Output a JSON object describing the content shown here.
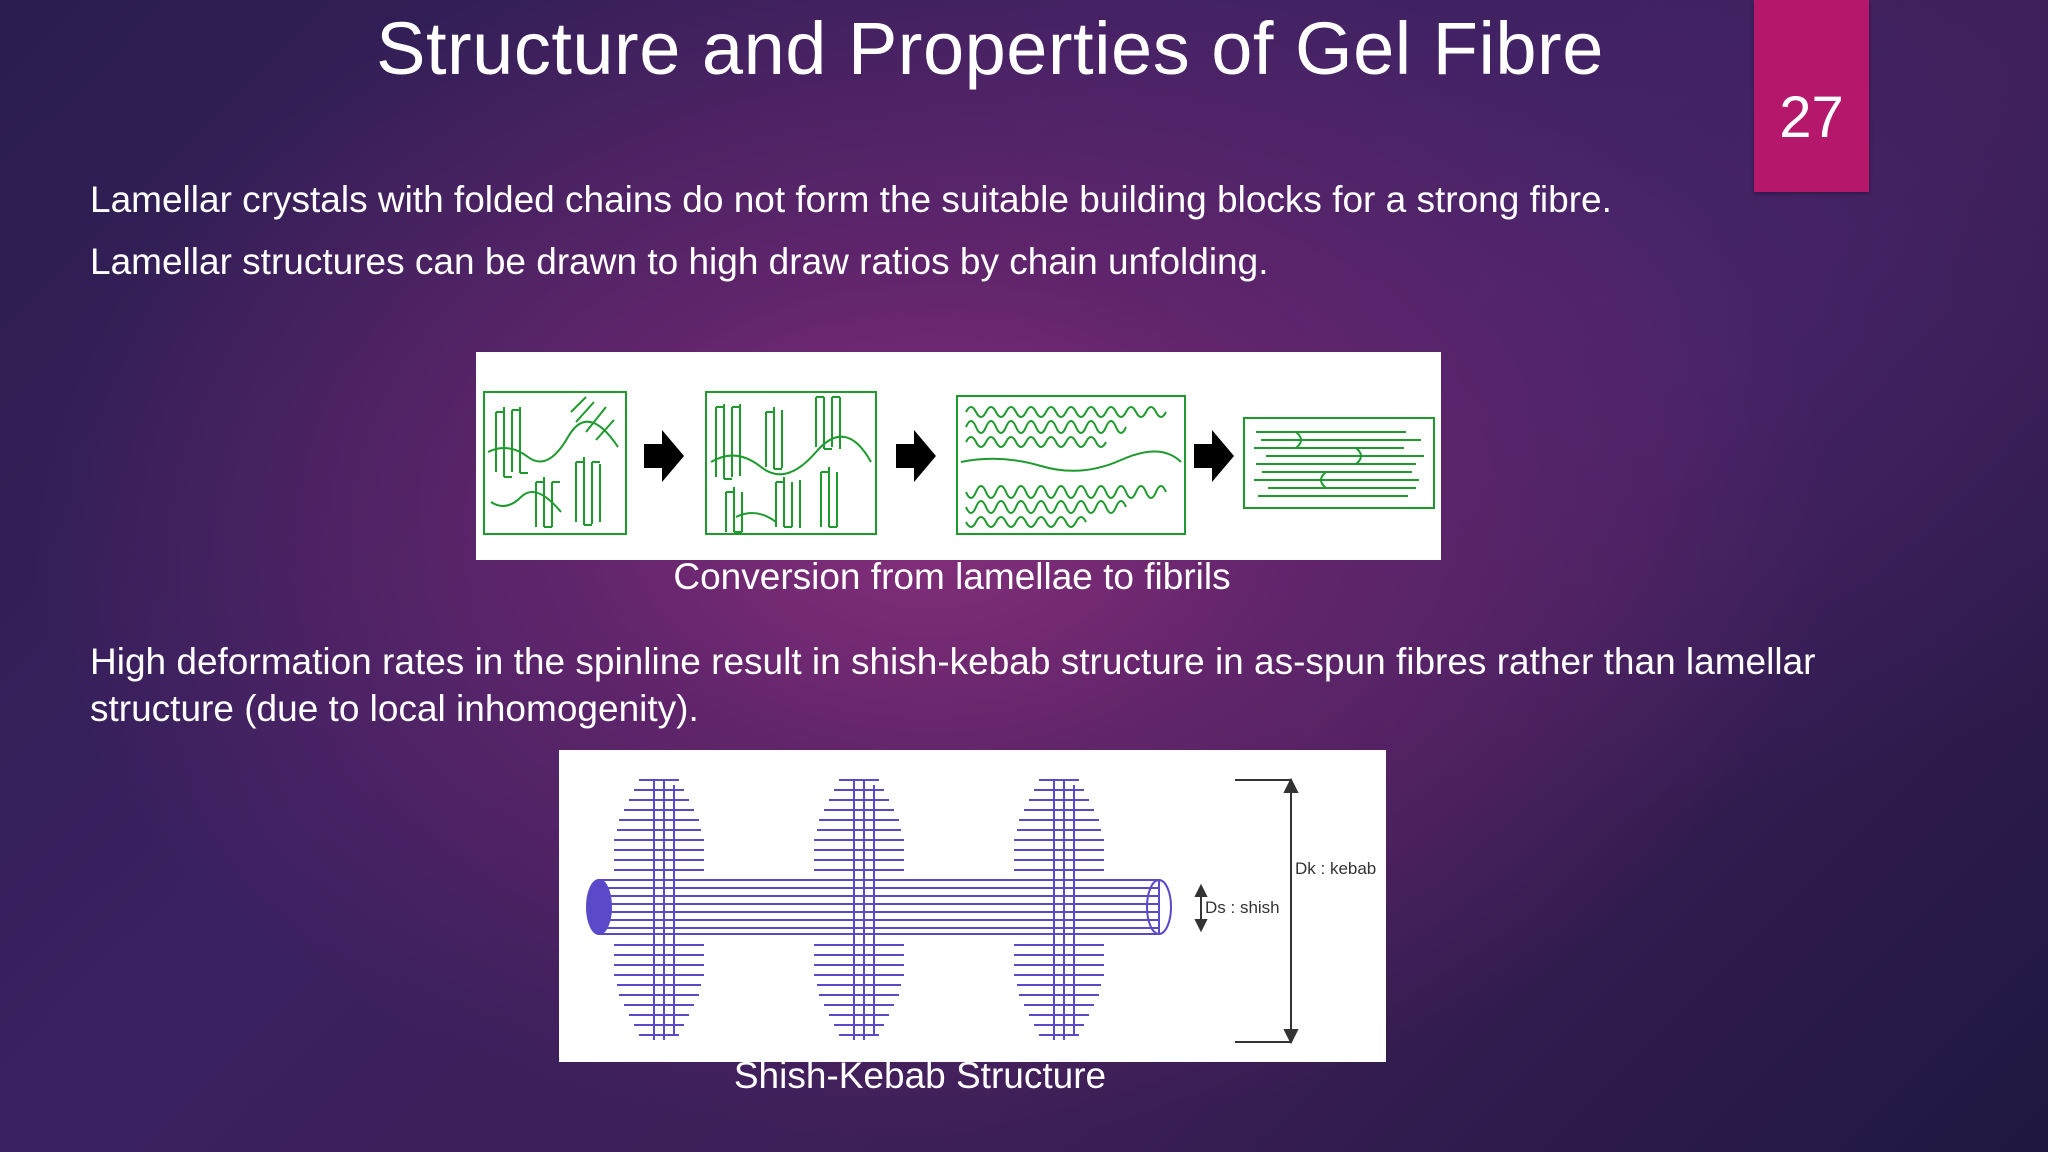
{
  "slide": {
    "title": "Structure and Properties of Gel Fibre",
    "number": "27",
    "accent_color": "#b5176a",
    "paragraphs": [
      "Lamellar crystals with folded chains do not form the suitable building blocks for a strong fibre.",
      "Lamellar structures can be drawn to high draw ratios by chain unfolding.",
      "High deformation rates in the spinline result in shish-kebab structure in as-spun fibres rather than lamellar structure (due to local inhomogenity)."
    ],
    "figure1": {
      "caption": "Conversion from lamellae to fibrils",
      "line_color": "#1e9a2e"
    },
    "figure2": {
      "caption": "Shish-Kebab Structure",
      "line_color": "#5a49c8",
      "label_kebab": "Dk : kebab",
      "label_shish": "Ds : shish"
    }
  }
}
